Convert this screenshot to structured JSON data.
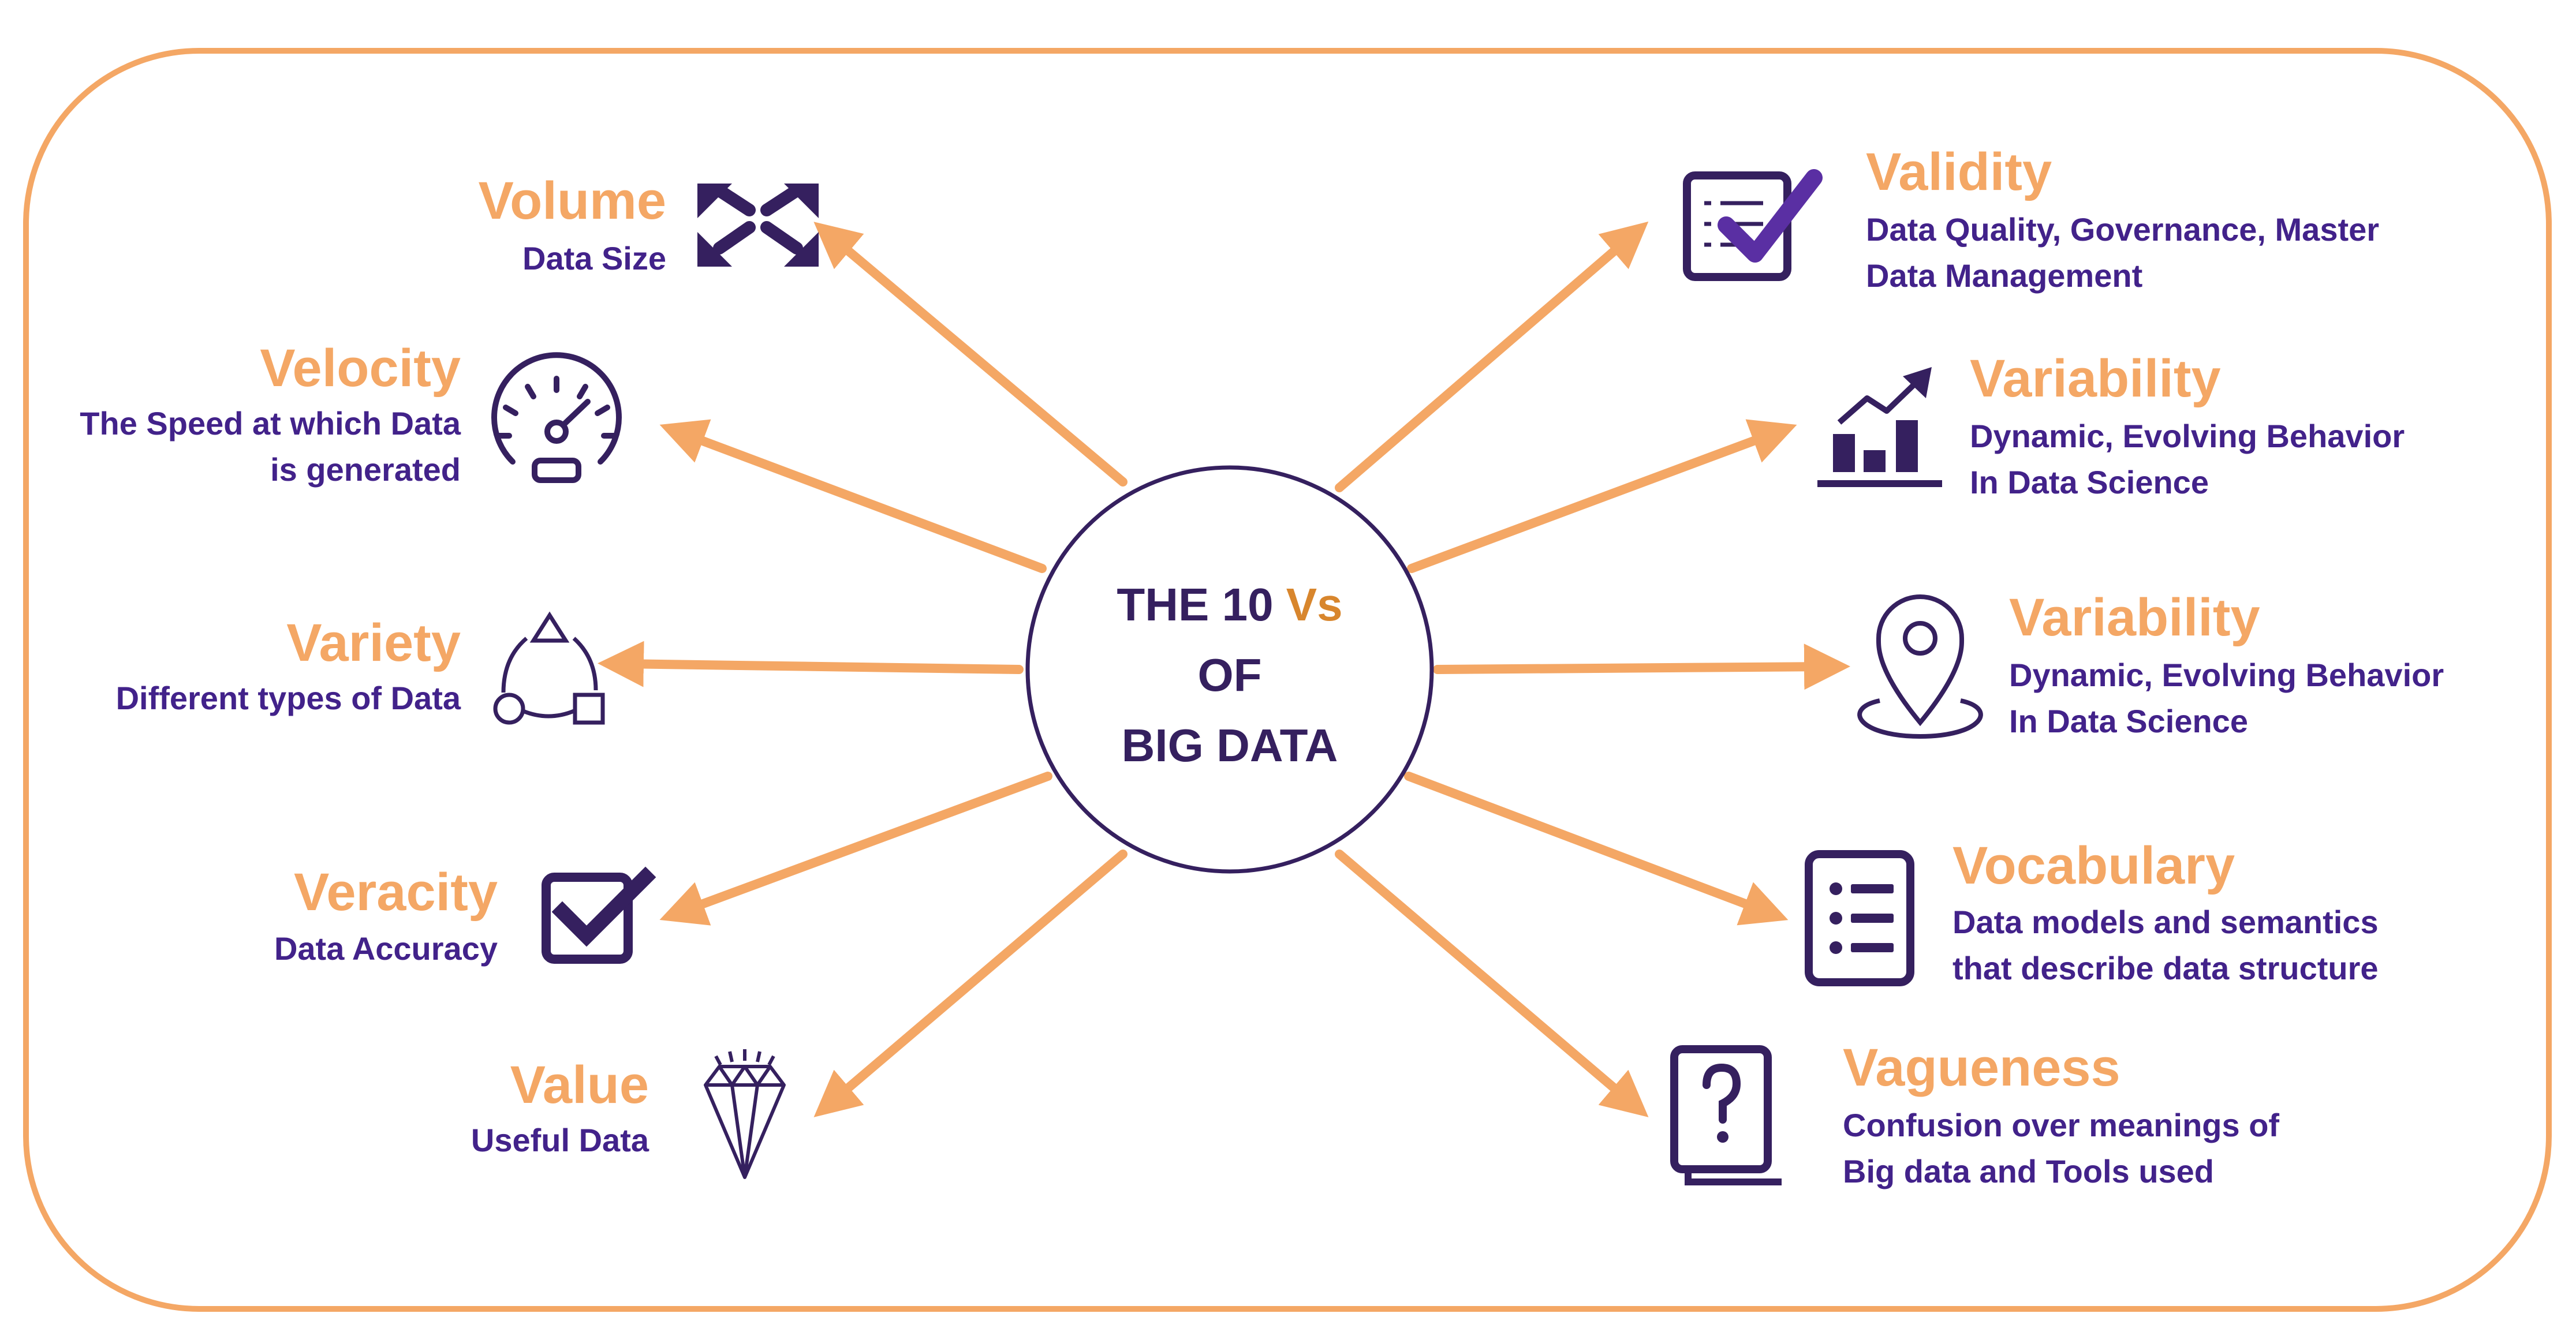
{
  "center": {
    "line1": "THE 10",
    "vs": "Vs",
    "line2": "OF",
    "line3": "BIG DATA"
  },
  "left": [
    {
      "title": "Volume",
      "lines": [
        "Data Size"
      ]
    },
    {
      "title": "Velocity",
      "lines": [
        "The Speed at which  Data",
        "is generated"
      ]
    },
    {
      "title": "Variety",
      "lines": [
        "Different types of Data"
      ]
    },
    {
      "title": "Veracity",
      "lines": [
        "Data Accuracy"
      ]
    },
    {
      "title": "Value",
      "lines": [
        "Useful Data"
      ]
    }
  ],
  "right": [
    {
      "title": "Validity",
      "lines": [
        "Data Quality, Governance, Master",
        "Data Management"
      ]
    },
    {
      "title": "Variability",
      "lines": [
        "Dynamic, Evolving Behavior",
        "In Data Science"
      ]
    },
    {
      "title": "Variability",
      "lines": [
        "Dynamic, Evolving Behavior",
        "In Data Science"
      ]
    },
    {
      "title": "Vocabulary",
      "lines": [
        "Data models and semantics",
        "that  describe data structure"
      ]
    },
    {
      "title": "Vagueness",
      "lines": [
        "Confusion over meanings of",
        "Big data and Tools used"
      ]
    }
  ],
  "icons": [
    "expand-arrows-icon",
    "speedometer-icon",
    "shapes-cycle-icon",
    "checkbox-icon",
    "diamond-icon",
    "checklist-icon",
    "bar-chart-trend-icon",
    "map-pin-icon",
    "list-icon",
    "question-cards-icon"
  ],
  "colors": {
    "orange": "#f4a765",
    "purple": "#42228a",
    "dark": "#35205f",
    "vs": "#d8862d"
  }
}
